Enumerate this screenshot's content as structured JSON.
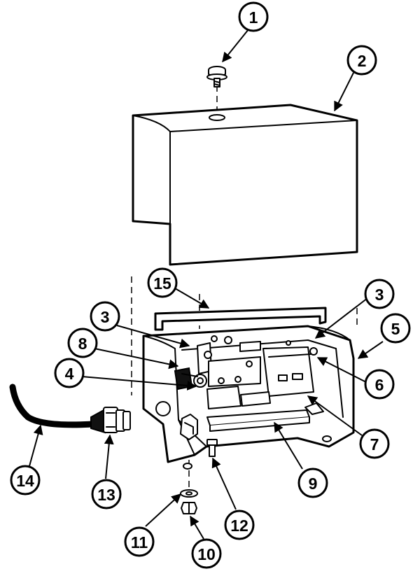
{
  "callouts": [
    "1",
    "2",
    "3",
    "3",
    "4",
    "5",
    "6",
    "7",
    "8",
    "9",
    "10",
    "11",
    "12",
    "13",
    "14",
    "15"
  ]
}
